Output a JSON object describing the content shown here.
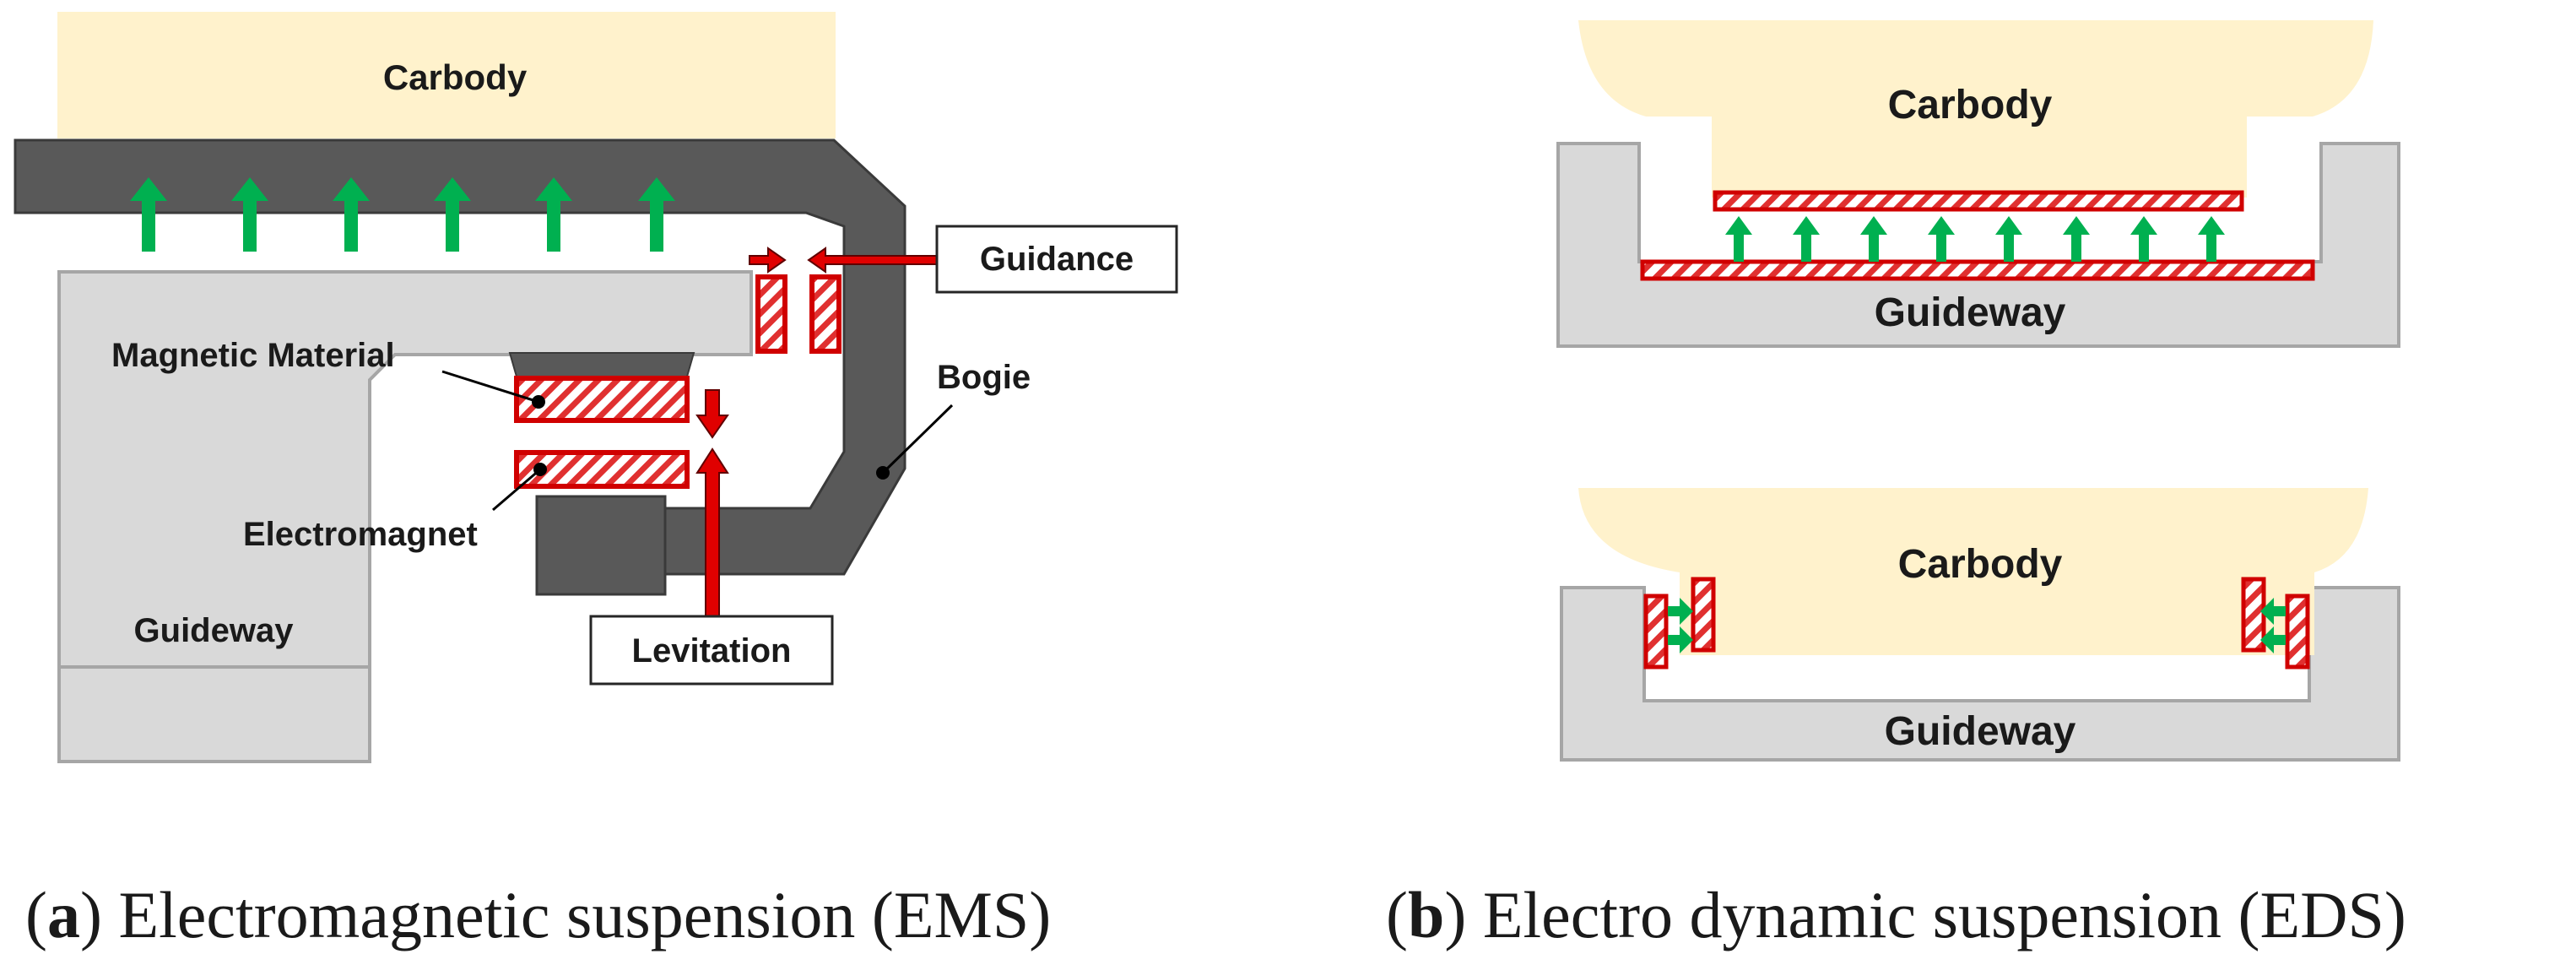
{
  "panel_a": {
    "carbody_label": "Carbody",
    "guidance_label": "Guidance",
    "magnetic_material_label": "Magnetic Material",
    "bogie_label": "Bogie",
    "electromagnet_label": "Electromagnet",
    "guideway_label": "Guideway",
    "levitation_label": "Levitation",
    "caption_letter": "a",
    "caption_text": ") Electromagnetic suspension (EMS)"
  },
  "panel_b_top": {
    "carbody_label": "Carbody",
    "guideway_label": "Guideway"
  },
  "panel_b_bottom": {
    "carbody_label": "Carbody",
    "guideway_label": "Guideway"
  },
  "panel_b": {
    "caption_letter": "b",
    "caption_text": ") Electro dynamic suspension (EDS)"
  },
  "colors": {
    "carbody": "#fff2cc",
    "guideway": "#d9d9d9",
    "bogie": "#595959",
    "magnet_red": "#d00000",
    "arrow_green": "#00b050"
  }
}
